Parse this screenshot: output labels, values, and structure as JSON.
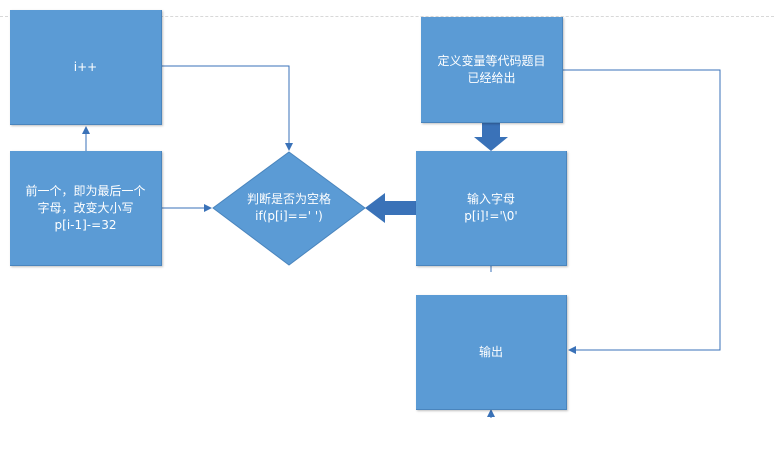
{
  "colors": {
    "fill": "#5b9bd5",
    "stroke": "#4a85bd",
    "arrow": "#3a72b8",
    "background": "#ffffff"
  },
  "nodes": {
    "increment": {
      "lines": [
        "i++"
      ]
    },
    "define": {
      "lines": [
        "定义变量等代码题目",
        "已经给出"
      ]
    },
    "previous": {
      "lines": [
        "前一个，即为最后一个",
        "字母，改变大小写",
        "p[i-1]-=32"
      ]
    },
    "check_space": {
      "lines": [
        "判断是否为空格",
        "if(p[i]==' ')"
      ]
    },
    "input": {
      "lines": [
        "输入字母",
        "p[i]!='\\0'"
      ]
    },
    "output": {
      "lines": [
        "输出"
      ]
    }
  }
}
